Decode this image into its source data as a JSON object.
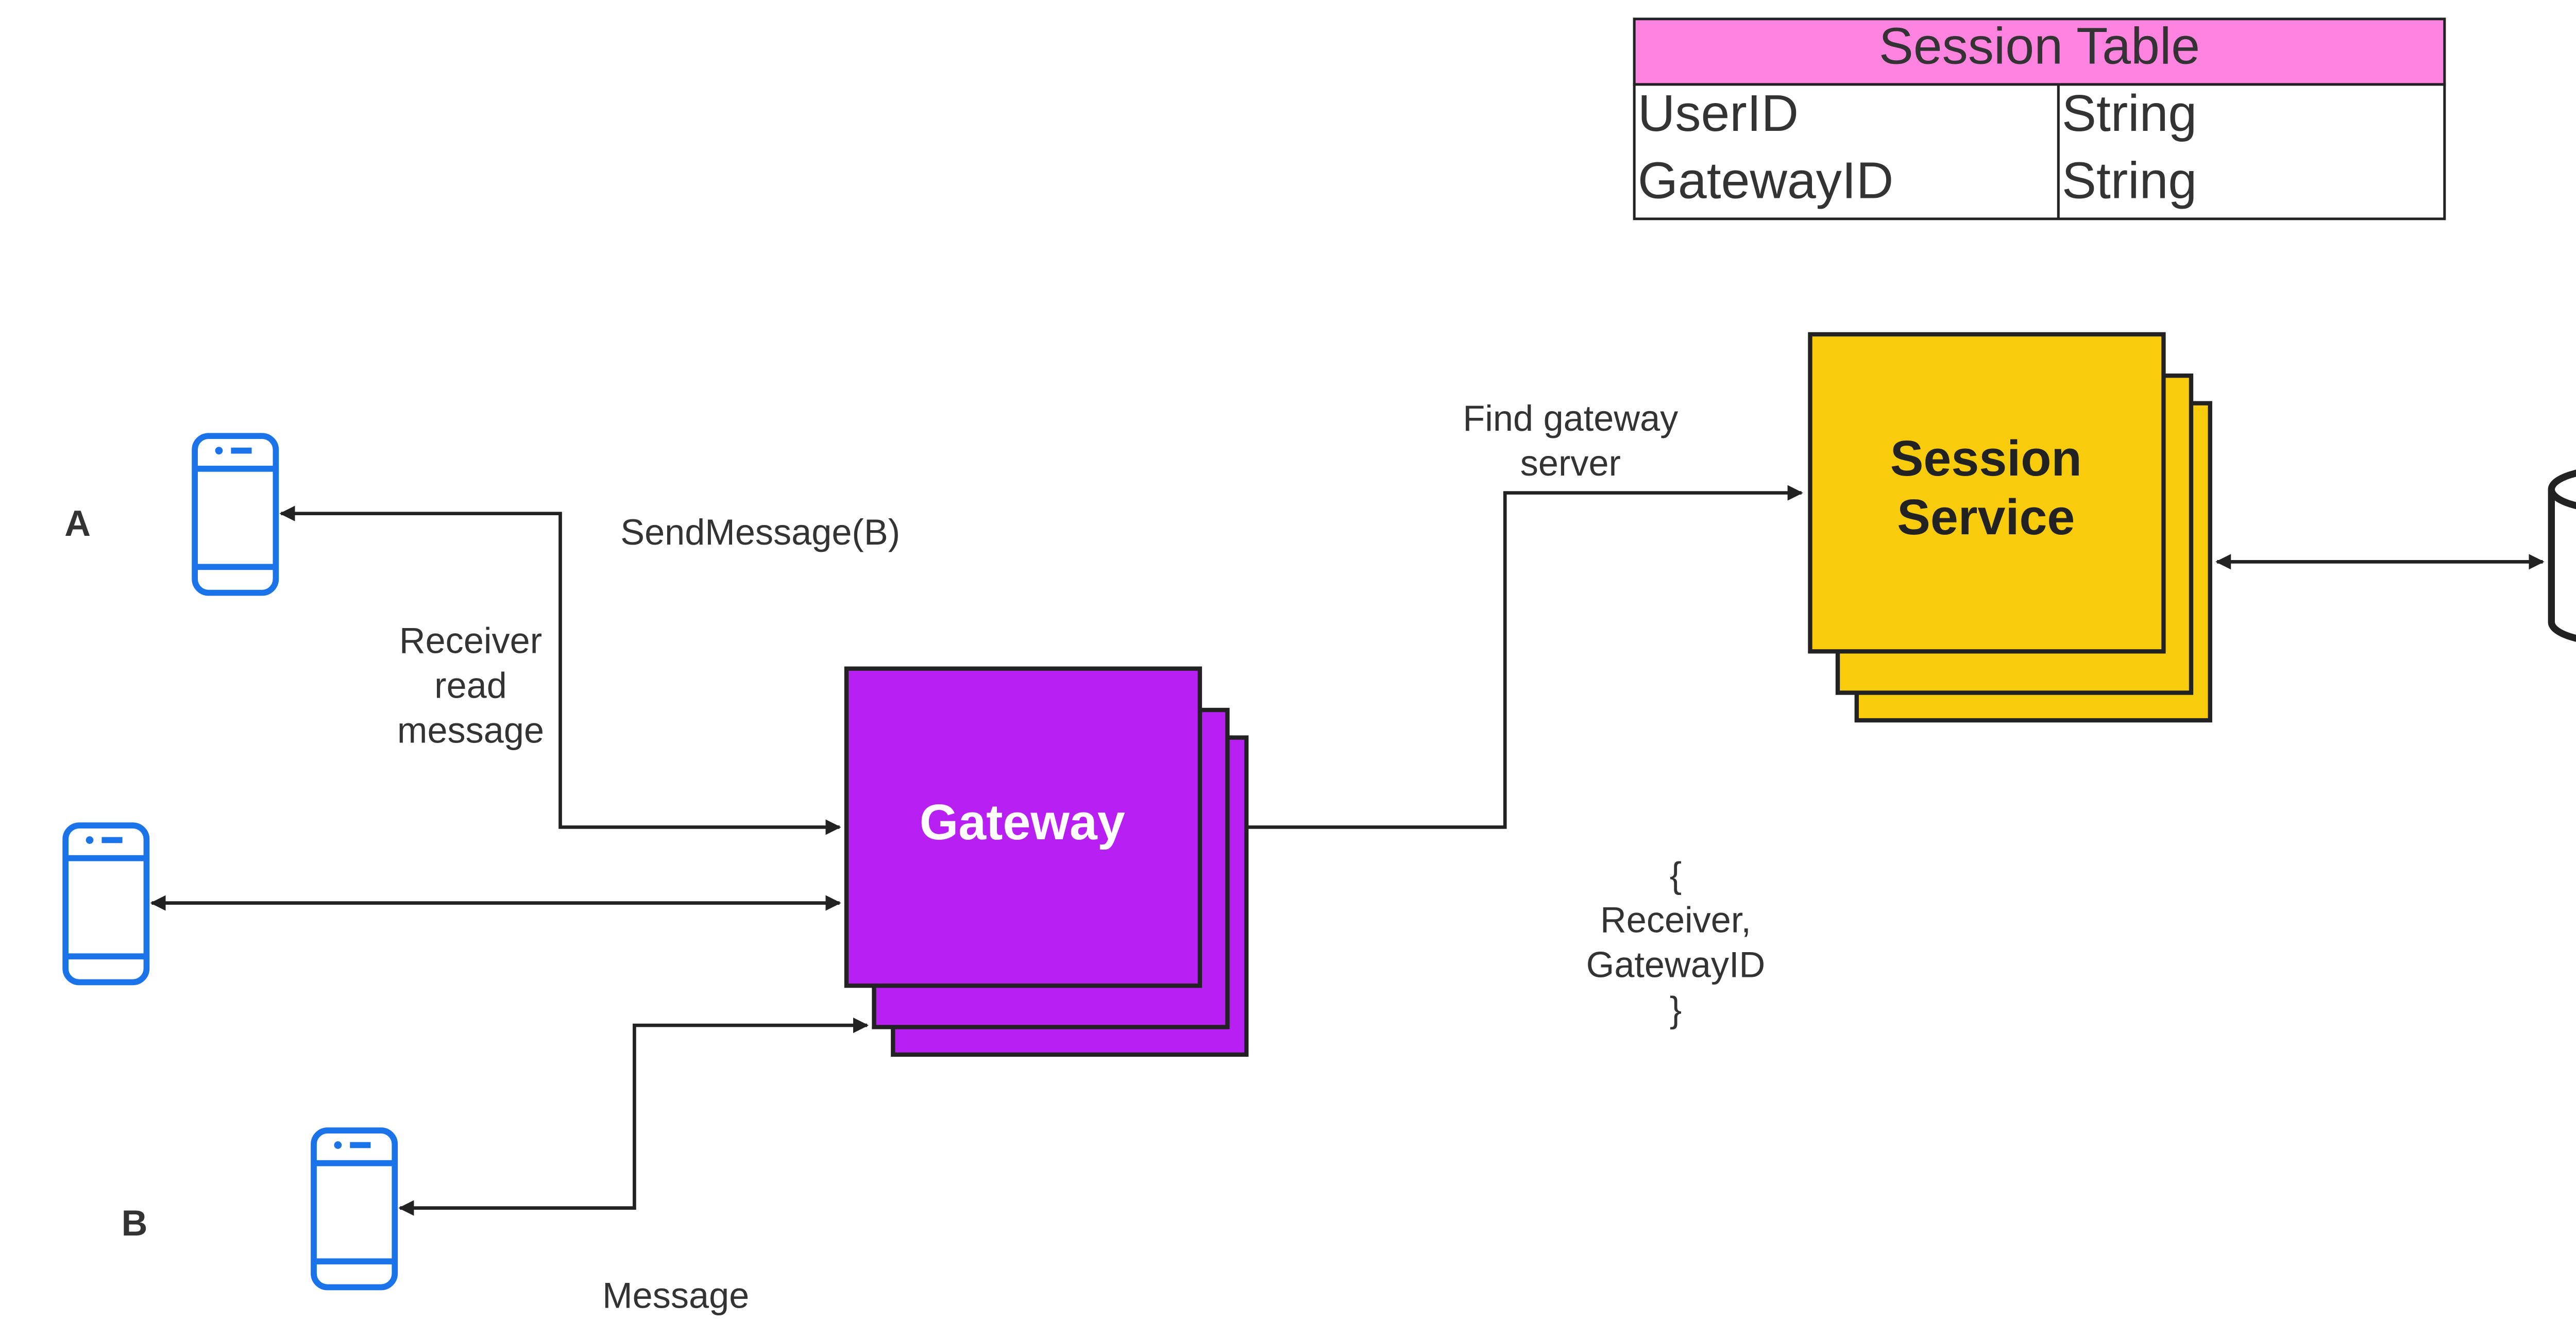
{
  "session_table": {
    "title": "Session Table",
    "header_color": "#ff84e0",
    "rows": [
      {
        "field": "UserID",
        "type": "String"
      },
      {
        "field": "GatewayID",
        "type": "String"
      }
    ]
  },
  "clients": {
    "a_label": "A",
    "b_label": "B",
    "icon_color": "#1a73e8"
  },
  "gateway": {
    "label": "Gateway",
    "color": "#b81ff2"
  },
  "session_service": {
    "label_line1": "Session",
    "label_line2": "Service",
    "color": "#f9cc0b"
  },
  "annotations": {
    "send_message": "SendMessage(B)",
    "receiver_read": [
      "Receiver",
      "read",
      "message"
    ],
    "find_gateway": [
      "Find gateway",
      "server"
    ],
    "payload": [
      "{",
      "Receiver,",
      "GatewayID",
      "}"
    ],
    "message_bottom": "Message"
  }
}
